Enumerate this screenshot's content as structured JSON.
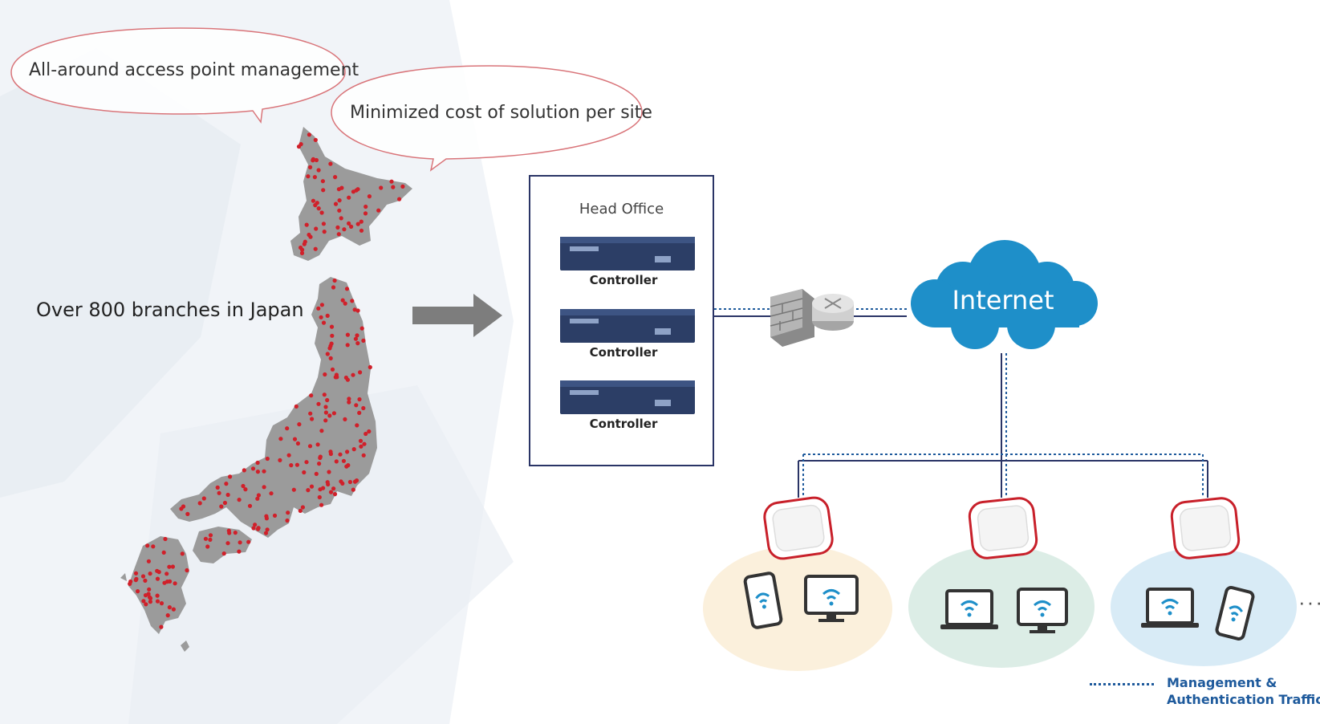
{
  "callouts": {
    "access_point": "All-around access point management",
    "cost": "Minimized cost of solution per site"
  },
  "map": {
    "branches_label": "Over 800 branches in Japan",
    "dot_color": "#d0202a",
    "land_color": "#9b9b9b"
  },
  "head_office": {
    "title": "Head Office",
    "controllers": [
      "Controller",
      "Controller",
      "Controller"
    ]
  },
  "network": {
    "internet_label": "Internet",
    "firewall_icon": "firewall-icon",
    "router_icon": "router-icon",
    "cloud_color": "#1e8fc9"
  },
  "sites": [
    {
      "devices": [
        "smartphone-icon",
        "monitor-icon"
      ],
      "color": "#fbf0dc"
    },
    {
      "devices": [
        "laptop-icon",
        "monitor-icon"
      ],
      "color": "#dcede6"
    },
    {
      "devices": [
        "laptop-icon",
        "smartphone-icon"
      ],
      "color": "#d8ebf6"
    }
  ],
  "legend": {
    "line1": "Management &",
    "line2": "Authentication Traffic"
  }
}
